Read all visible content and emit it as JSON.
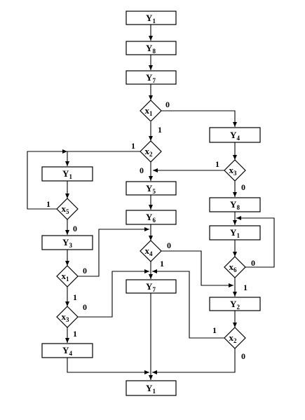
{
  "nodes": {
    "b1": {
      "base": "Y",
      "sub": "1"
    },
    "b2": {
      "base": "Y",
      "sub": "8"
    },
    "b3": {
      "base": "Y",
      "sub": "7"
    },
    "d1": {
      "base": "x",
      "sub": "1"
    },
    "r1": {
      "base": "Y",
      "sub": "4"
    },
    "d2": {
      "base": "x",
      "sub": "2"
    },
    "d3": {
      "base": "x",
      "sub": "3"
    },
    "l1": {
      "base": "Y",
      "sub": "1"
    },
    "c1": {
      "base": "Y",
      "sub": "5"
    },
    "r2": {
      "base": "Y",
      "sub": "8"
    },
    "d5": {
      "base": "x",
      "sub": "5"
    },
    "c2": {
      "base": "Y",
      "sub": "6"
    },
    "r3": {
      "base": "Y",
      "sub": "1"
    },
    "l2": {
      "base": "Y",
      "sub": "3"
    },
    "d4": {
      "base": "x",
      "sub": "4"
    },
    "d6": {
      "base": "x",
      "sub": "6"
    },
    "dl1": {
      "base": "x",
      "sub": "1"
    },
    "c3": {
      "base": "Y",
      "sub": "7"
    },
    "r4": {
      "base": "Y",
      "sub": "2"
    },
    "dl3": {
      "base": "x",
      "sub": "3"
    },
    "dr2": {
      "base": "x",
      "sub": "2"
    },
    "l3": {
      "base": "Y",
      "sub": "4"
    },
    "end": {
      "base": "Y",
      "sub": "1"
    }
  },
  "edges": {
    "d1_0": "0",
    "d1_1": "1",
    "d2_1": "1",
    "d2_0": "0",
    "d3_1": "1",
    "d3_0": "0",
    "d5_1": "1",
    "d5_0": "0",
    "d4_0": "0",
    "d4_1": "1",
    "d6_0": "0",
    "d6_1": "1",
    "dl1_0": "0",
    "dl1_1": "1",
    "dl3_0": "0",
    "dl3_1": "1",
    "dr2_1": "1",
    "dr2_0": "0"
  }
}
